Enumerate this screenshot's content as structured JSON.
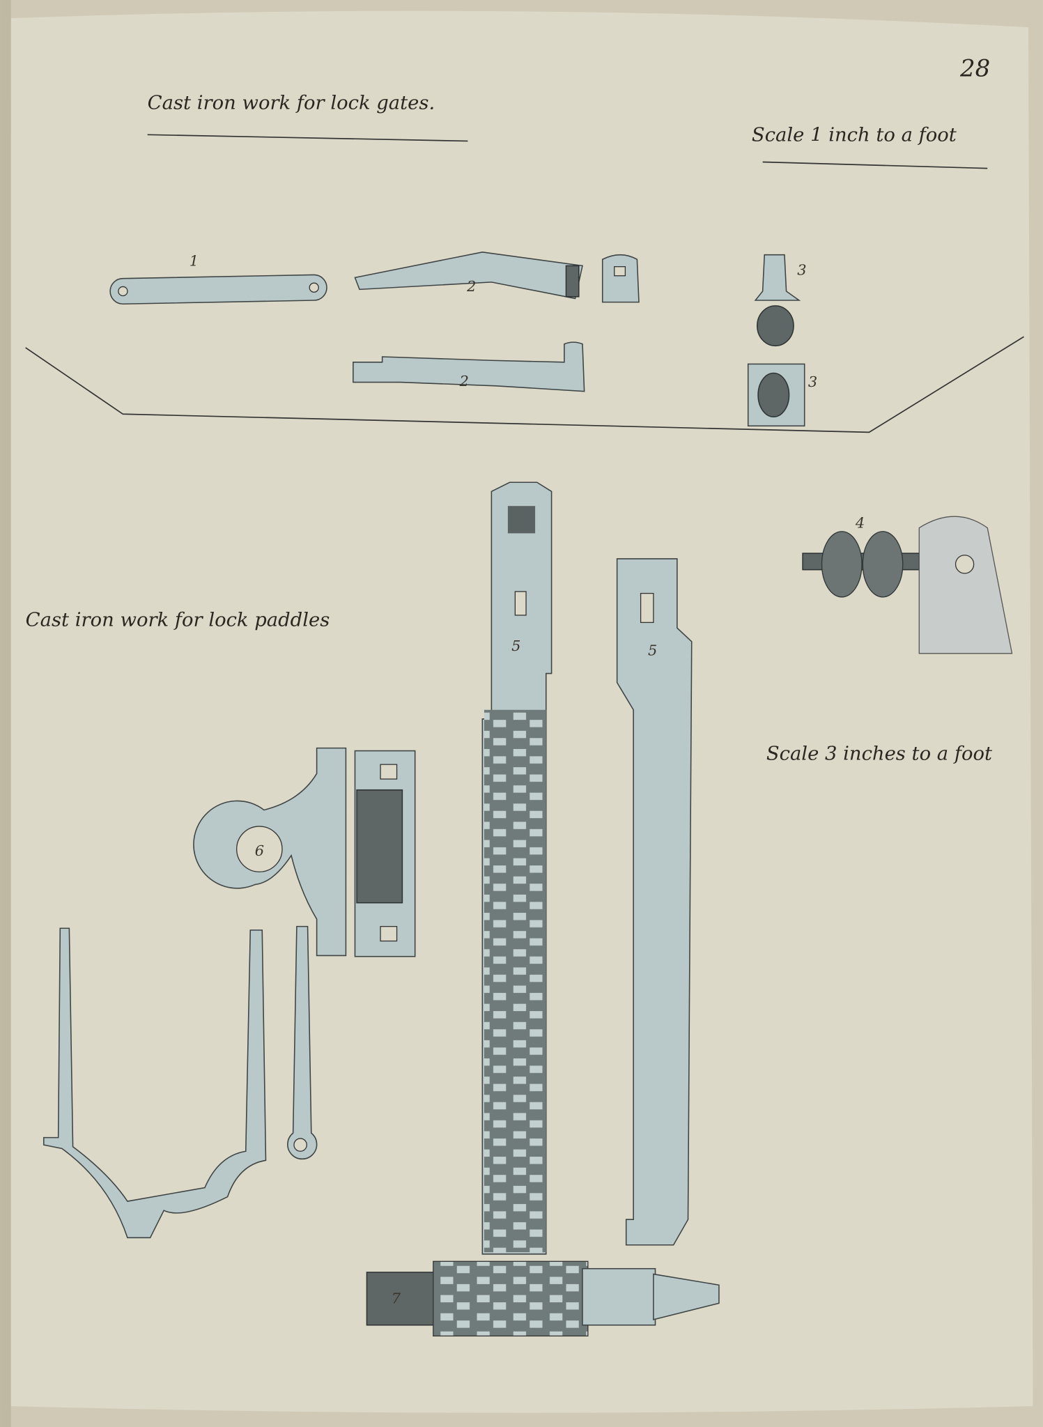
{
  "page_number": "28",
  "upper_section": {
    "title": "Cast iron work for lock gates.",
    "scale": "Scale 1 inch to a foot",
    "part_labels": [
      "1",
      "2",
      "2",
      "3",
      "3"
    ]
  },
  "lower_section": {
    "title": "Cast iron work for lock paddles",
    "scale": "Scale 3 inches to a foot",
    "part_labels": [
      "4",
      "5",
      "5",
      "6",
      "7"
    ]
  },
  "colors": {
    "paper": "#d9d6c6",
    "metal": "#b9c8c8",
    "ink": "#2a2620"
  }
}
